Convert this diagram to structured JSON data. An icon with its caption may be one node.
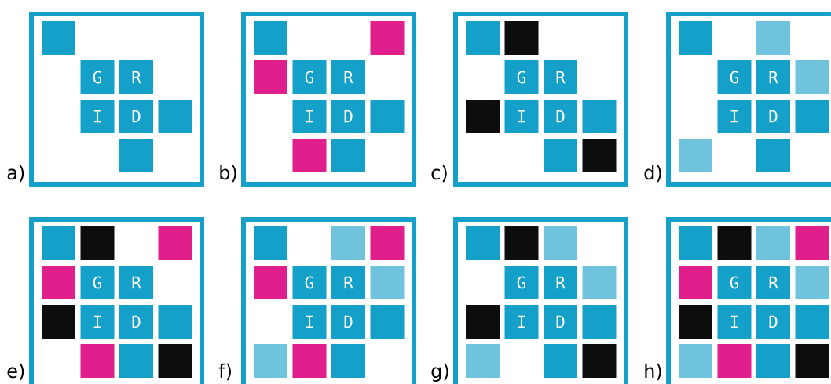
{
  "diagram": {
    "nodes": [
      {
        "text": [],
        "shape": "box",
        "beside": [
          "a)"
        ]
      },
      {
        "text": [],
        "shape": "box",
        "in": 0
      },
      {
        "text": [
          "G"
        ],
        "in": 0
      },
      {
        "text": [
          "R"
        ],
        "in": 0
      },
      {
        "text": [
          "I"
        ],
        "in": 0
      },
      {
        "text": [
          "D"
        ],
        "in": 0
      },
      {
        "text": [],
        "shape": "box",
        "in": 0
      },
      {
        "text": [],
        "shape": "box",
        "in": 0
      },
      {
        "text": [],
        "shape": "box",
        "beside": [
          "b)"
        ]
      },
      {
        "text": [],
        "shape": "box",
        "in": 8
      },
      {
        "text": [],
        "shape": "box",
        "in": 8
      },
      {
        "text": [],
        "shape": "box",
        "in": 8
      },
      {
        "text": [
          "G"
        ],
        "in": 8
      },
      {
        "text": [
          "R"
        ],
        "in": 8
      },
      {
        "text": [
          "I"
        ],
        "in": 8
      },
      {
        "text": [
          "D"
        ],
        "in": 8
      },
      {
        "text": [],
        "shape": "box",
        "in": 8
      },
      {
        "text": [],
        "shape": "box",
        "in": 8
      },
      {
        "text": [],
        "shape": "box",
        "in": 8
      },
      {
        "text": [],
        "shape": "box",
        "beside": [
          "c)"
        ]
      },
      {
        "text": [],
        "shape": "box",
        "in": 19
      },
      {
        "text": [],
        "shape": "box",
        "in": 19
      },
      {
        "text": [
          "G"
        ],
        "in": 19
      },
      {
        "text": [
          "R"
        ],
        "in": 19
      },
      {
        "text": [],
        "shape": "box",
        "in": 19
      },
      {
        "text": [
          "I"
        ],
        "in": 19
      },
      {
        "text": [
          "D"
        ],
        "in": 19
      },
      {
        "text": [],
        "shape": "box",
        "in": 19
      },
      {
        "text": [],
        "shape": "box",
        "in": 19
      },
      {
        "text": [],
        "shape": "box",
        "in": 19
      },
      {
        "text": [],
        "shape": "box",
        "beside": [
          "d)"
        ]
      },
      {
        "text": [],
        "shape": "box",
        "in": 30
      },
      {
        "text": [],
        "shape": "box",
        "in": 30
      },
      {
        "text": [
          "G"
        ],
        "in": 30
      },
      {
        "text": [
          "R"
        ],
        "in": 30
      },
      {
        "text": [],
        "shape": "box",
        "in": 30
      },
      {
        "text": [
          "I"
        ],
        "in": 30
      },
      {
        "text": [
          "D"
        ],
        "in": 30
      },
      {
        "text": [],
        "shape": "box",
        "in": 30
      },
      {
        "text": [],
        "shape": "box",
        "in": 30
      },
      {
        "text": [],
        "shape": "box",
        "in": 30
      },
      {
        "text": [],
        "shape": "box",
        "beside": [
          "e)"
        ]
      },
      {
        "text": [],
        "shape": "box",
        "in": 41
      },
      {
        "text": [],
        "shape": "box",
        "in": 41
      },
      {
        "text": [],
        "shape": "box",
        "in": 41
      },
      {
        "text": [],
        "shape": "box",
        "in": 41
      },
      {
        "text": [
          "G"
        ],
        "in": 41
      },
      {
        "text": [
          "R"
        ],
        "in": 41
      },
      {
        "text": [],
        "shape": "box",
        "in": 41
      },
      {
        "text": [
          "I"
        ],
        "in": 41
      },
      {
        "text": [
          "D"
        ],
        "in": 41
      },
      {
        "text": [],
        "shape": "box",
        "in": 41
      },
      {
        "text": [],
        "shape": "box",
        "in": 41
      },
      {
        "text": [],
        "shape": "box",
        "in": 41
      },
      {
        "text": [],
        "shape": "box",
        "in": 41
      },
      {
        "text": [],
        "shape": "box",
        "beside": [
          "f)"
        ]
      },
      {
        "text": [],
        "shape": "box",
        "in": 55
      },
      {
        "text": [],
        "shape": "box",
        "in": 55
      },
      {
        "text": [],
        "shape": "box",
        "in": 55
      },
      {
        "text": [],
        "shape": "box",
        "in": 55
      },
      {
        "text": [
          "G"
        ],
        "in": 55
      },
      {
        "text": [
          "R"
        ],
        "in": 55
      },
      {
        "text": [],
        "shape": "box",
        "in": 55
      },
      {
        "text": [
          "I"
        ],
        "in": 55
      },
      {
        "text": [
          "D"
        ],
        "in": 55
      },
      {
        "text": [],
        "shape": "box",
        "in": 55
      },
      {
        "text": [],
        "shape": "box",
        "in": 55
      },
      {
        "text": [],
        "shape": "box",
        "in": 55
      },
      {
        "text": [],
        "shape": "box",
        "in": 55
      },
      {
        "text": [],
        "shape": "box",
        "beside": [
          "g)"
        ]
      },
      {
        "text": [],
        "shape": "box",
        "in": 69
      },
      {
        "text": [],
        "shape": "box",
        "in": 69
      },
      {
        "text": [],
        "shape": "box",
        "in": 69
      },
      {
        "text": [
          "G"
        ],
        "in": 69
      },
      {
        "text": [
          "R"
        ],
        "in": 69
      },
      {
        "text": [],
        "shape": "box",
        "in": 69
      },
      {
        "text": [],
        "shape": "box",
        "in": 69
      },
      {
        "text": [
          "I"
        ],
        "in": 69
      },
      {
        "text": [
          "D"
        ],
        "in": 69
      },
      {
        "text": [],
        "shape": "box",
        "in": 69
      },
      {
        "text": [],
        "shape": "box",
        "in": 69
      },
      {
        "text": [],
        "shape": "box",
        "in": 69
      },
      {
        "text": [],
        "shape": "box",
        "in": 69
      },
      {
        "text": [],
        "shape": "box",
        "beside": [
          "h)"
        ]
      },
      {
        "text": [],
        "shape": "box",
        "in": 83
      },
      {
        "text": [],
        "shape": "box",
        "in": 83
      },
      {
        "text": [],
        "shape": "box",
        "in": 83
      },
      {
        "text": [],
        "shape": "box",
        "in": 83
      },
      {
        "text": [],
        "shape": "box",
        "in": 83
      },
      {
        "text": [
          "G"
        ],
        "in": 83
      },
      {
        "text": [
          "R"
        ],
        "in": 83
      },
      {
        "text": [],
        "shape": "box",
        "in": 83
      },
      {
        "text": [],
        "shape": "box",
        "in": 83
      },
      {
        "text": [
          "I"
        ],
        "in": 83
      },
      {
        "text": [
          "D"
        ],
        "in": 83
      },
      {
        "text": [],
        "shape": "box",
        "in": 83
      },
      {
        "text": [],
        "shape": "box",
        "in": 83
      },
      {
        "text": [],
        "shape": "box",
        "in": 83
      },
      {
        "text": [],
        "shape": "box",
        "in": 83
      },
      {
        "text": [],
        "shape": "box",
        "in": 83
      }
    ]
  }
}
